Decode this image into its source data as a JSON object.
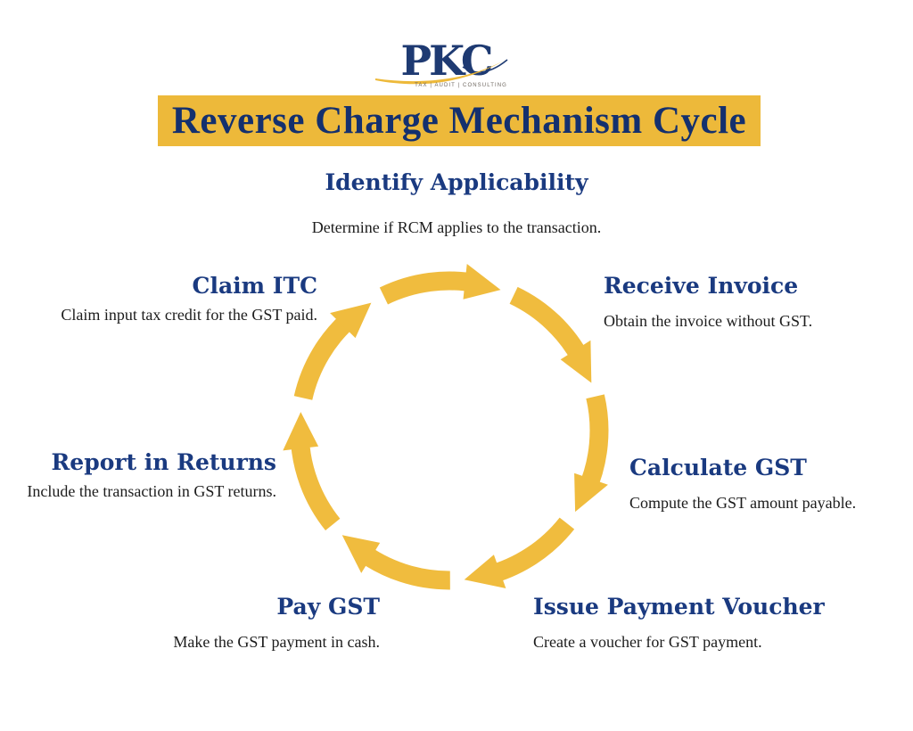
{
  "logo": {
    "name": "PKC",
    "tagline": "TAX | AUDIT | CONSULTING"
  },
  "banner": {
    "title": "Reverse Charge Mechanism Cycle"
  },
  "colors": {
    "background": "#FFFFFF",
    "gold": "#EDB93A",
    "arrowGold": "#F0BC3E",
    "titleNavy": "#14306E",
    "headingBlue": "#1A3A80",
    "logoNavy": "#1E3A72",
    "taglineGray": "#6E675F",
    "bodyText": "#1C1C1C"
  },
  "diagram": {
    "type": "cycle",
    "direction": "clockwise",
    "steps": [
      {
        "id": "identify-applicability",
        "label": "Identify Applicability",
        "description": "Determine if RCM applies to the transaction."
      },
      {
        "id": "receive-invoice",
        "label": "Receive Invoice",
        "description": "Obtain the invoice without GST."
      },
      {
        "id": "calculate-gst",
        "label": "Calculate GST",
        "description": "Compute the GST amount payable."
      },
      {
        "id": "issue-payment-voucher",
        "label": "Issue Payment Voucher",
        "description": "Create a voucher for GST payment."
      },
      {
        "id": "pay-gst",
        "label": "Pay GST",
        "description": "Make the GST payment in cash."
      },
      {
        "id": "report-in-returns",
        "label": "Report in Returns",
        "description": "Include the transaction in GST returns."
      },
      {
        "id": "claim-itc",
        "label": "Claim ITC",
        "description": "Claim input tax credit for the GST paid."
      }
    ]
  }
}
